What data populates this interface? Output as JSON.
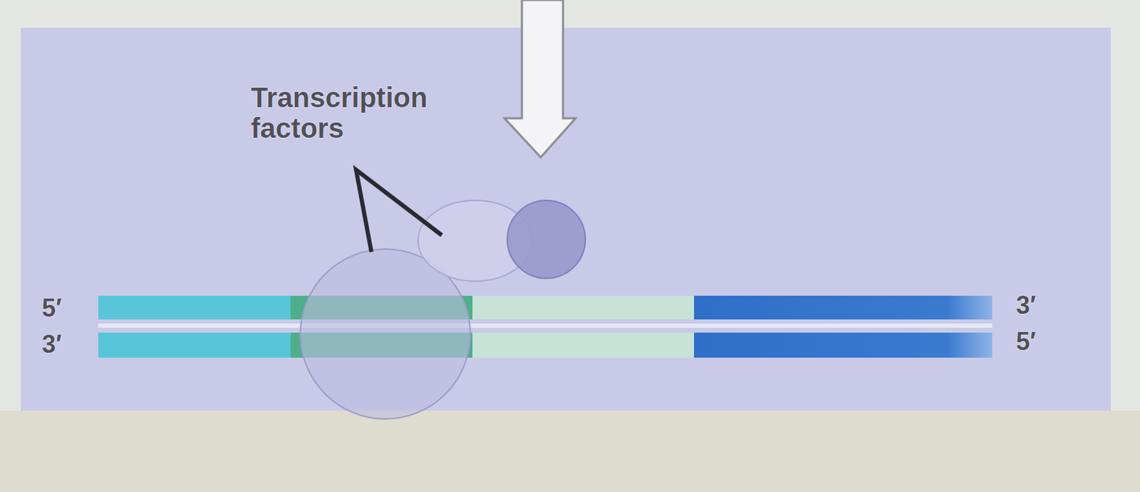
{
  "diagram": {
    "labels": [
      "Transcription factors",
      "5′",
      "3′",
      "3′",
      "5′"
    ]
  }
}
